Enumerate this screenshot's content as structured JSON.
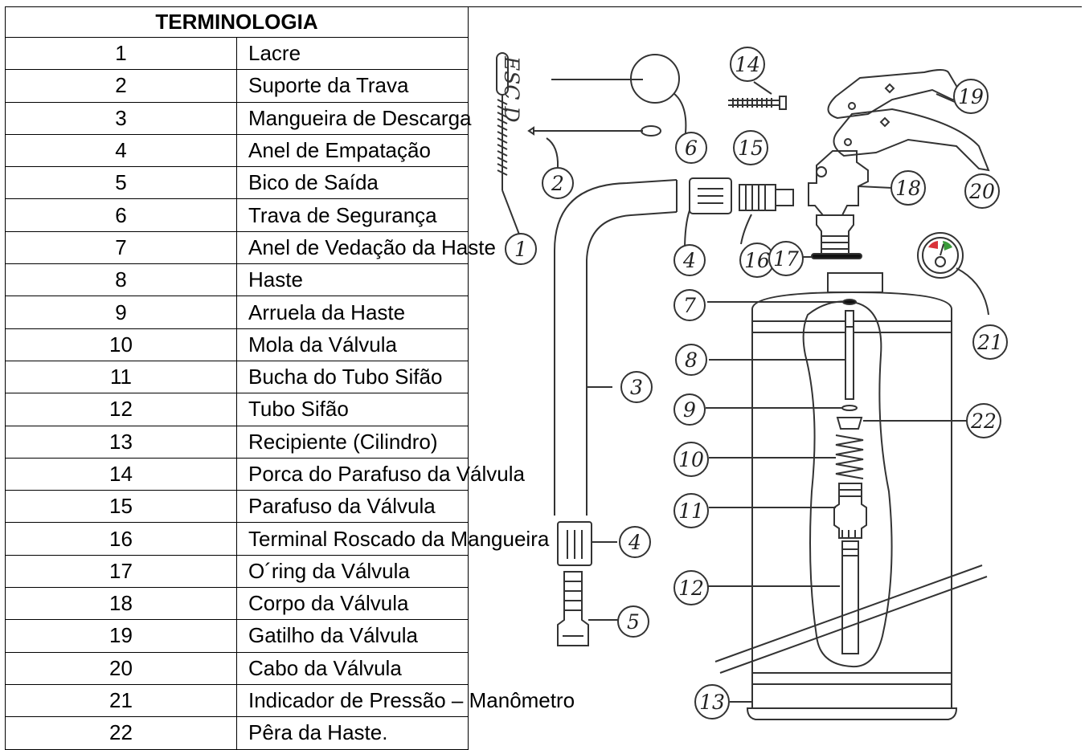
{
  "table": {
    "header": "TERMINOLOGIA",
    "rows": [
      {
        "num": "1",
        "term": "Lacre"
      },
      {
        "num": "2",
        "term": "Suporte da Trava"
      },
      {
        "num": "3",
        "term": "Mangueira de Descarga"
      },
      {
        "num": "4",
        "term": "Anel de Empatação"
      },
      {
        "num": "5",
        "term": "Bico de Saída"
      },
      {
        "num": "6",
        "term": "Trava de Segurança"
      },
      {
        "num": "7",
        "term": "Anel de Vedação da Haste"
      },
      {
        "num": "8",
        "term": "Haste"
      },
      {
        "num": "9",
        "term": "Arruela da Haste"
      },
      {
        "num": "10",
        "term": "Mola da Válvula"
      },
      {
        "num": "11",
        "term": "Bucha do Tubo Sifão"
      },
      {
        "num": "12",
        "term": "Tubo Sifão"
      },
      {
        "num": "13",
        "term": "Recipiente (Cilindro)"
      },
      {
        "num": "14",
        "term": "Porca do Parafuso da Válvula"
      },
      {
        "num": "15",
        "term": "Parafuso da Válvula"
      },
      {
        "num": "16",
        "term": "Terminal Roscado da Mangueira"
      },
      {
        "num": "17",
        "term": "O´ring da Válvula"
      },
      {
        "num": "18",
        "term": "Corpo da Válvula"
      },
      {
        "num": "19",
        "term": "Gatilho da Válvula"
      },
      {
        "num": "20",
        "term": "Cabo da Válvula"
      },
      {
        "num": "21",
        "term": "Indicador de Pressão – Manômetro"
      },
      {
        "num": "22",
        "term": "Pêra da Haste."
      }
    ]
  },
  "diagram": {
    "seal_text": "ESC D",
    "callouts": [
      "1",
      "2",
      "3",
      "4",
      "4",
      "5",
      "6",
      "7",
      "8",
      "9",
      "10",
      "11",
      "12",
      "13",
      "14",
      "15",
      "16",
      "17",
      "18",
      "19",
      "20",
      "21",
      "22"
    ]
  }
}
